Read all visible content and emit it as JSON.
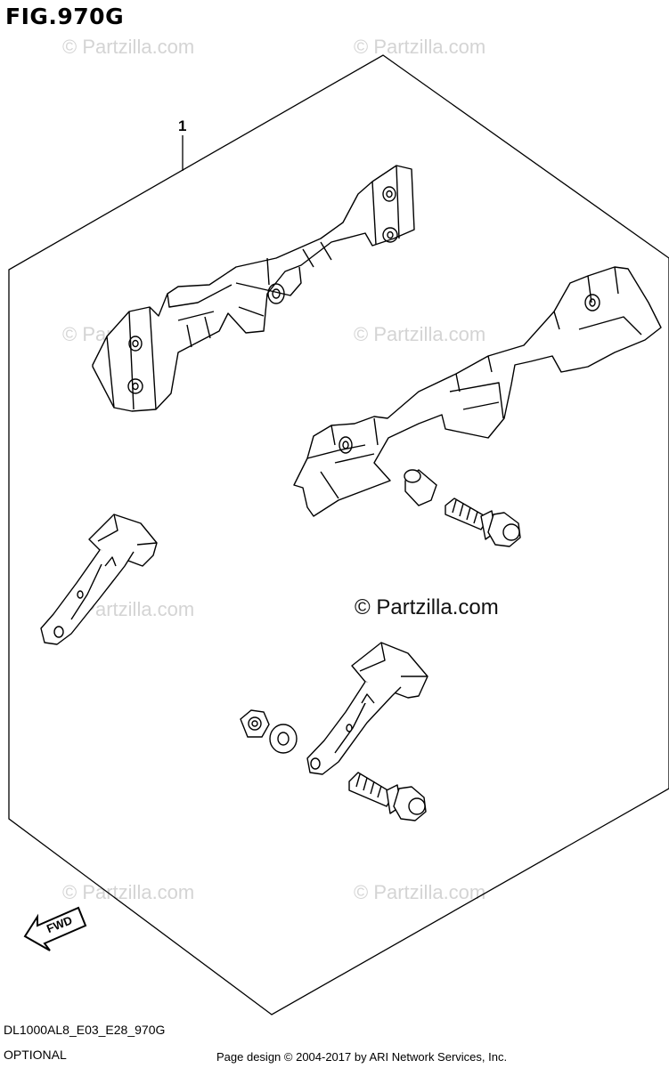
{
  "figure": {
    "title": "FIG.970G",
    "callout_number": "1",
    "fwd_label": "FWD",
    "diagram_code": "DL1000AL8_E03_E28_970G",
    "section_label": "OPTIONAL"
  },
  "watermarks": {
    "text": "© Partzilla.com",
    "main_text": "© Partzilla.com"
  },
  "footer": {
    "credit": "Page design © 2004-2017 by ARI Network Services, Inc."
  }
}
